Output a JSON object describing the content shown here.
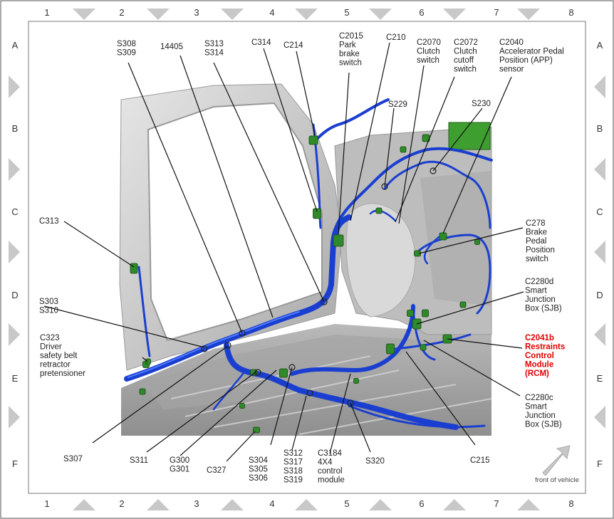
{
  "grid": {
    "columns": [
      "1",
      "2",
      "3",
      "4",
      "5",
      "6",
      "7",
      "8"
    ],
    "rows": [
      "A",
      "B",
      "C",
      "D",
      "E",
      "F"
    ]
  },
  "labels": {
    "s308_s309": [
      "S308",
      "S309"
    ],
    "c14405": [
      "14405"
    ],
    "s313_s314": [
      "S313",
      "S314"
    ],
    "c314": [
      "C314"
    ],
    "c214": [
      "C214"
    ],
    "c2015": [
      "C2015",
      "Park",
      "brake",
      "switch"
    ],
    "c210": [
      "C210"
    ],
    "c2070": [
      "C2070",
      "Clutch",
      "switch"
    ],
    "c2072": [
      "C2072",
      "Clutch",
      "cutoff",
      "switch"
    ],
    "c2040": [
      "C2040",
      "Accelerator Pedal",
      "Position (APP)",
      "sensor"
    ],
    "s229": [
      "S229"
    ],
    "s230": [
      "S230"
    ],
    "c313": [
      "C313"
    ],
    "c278": [
      "C278",
      "Brake",
      "Pedal",
      "Position",
      "switch"
    ],
    "s303_s310": [
      "S303",
      "S310"
    ],
    "c2280d": [
      "C2280d",
      "Smart",
      "Junction",
      "Box (SJB)"
    ],
    "c323": [
      "C323",
      "Driver",
      "safety belt",
      "retractor",
      "pretensioner"
    ],
    "c2041b": [
      "C2041b",
      "Restraints",
      "Control",
      "Module",
      "(RCM)"
    ],
    "c2280c": [
      "C2280c",
      "Smart",
      "Junction",
      "Box (SJB)"
    ],
    "s307": [
      "S307"
    ],
    "s311": [
      "S311"
    ],
    "g300_g301": [
      "G300",
      "G301"
    ],
    "c327": [
      "C327"
    ],
    "s304_s305_s306": [
      "S304",
      "S305",
      "S306"
    ],
    "s312_s319": [
      "S312",
      "S317",
      "S318",
      "S319"
    ],
    "c3184": [
      "C3184",
      "4X4",
      "control",
      "module"
    ],
    "s320": [
      "S320"
    ],
    "c215": [
      "C215"
    ]
  },
  "front_of_vehicle": "front of vehicle",
  "colors": {
    "wire": "#1a3fd0",
    "connector": "#2f8a2a",
    "highlight_label": "#e00000",
    "body_panel": "#c8c8c8"
  }
}
